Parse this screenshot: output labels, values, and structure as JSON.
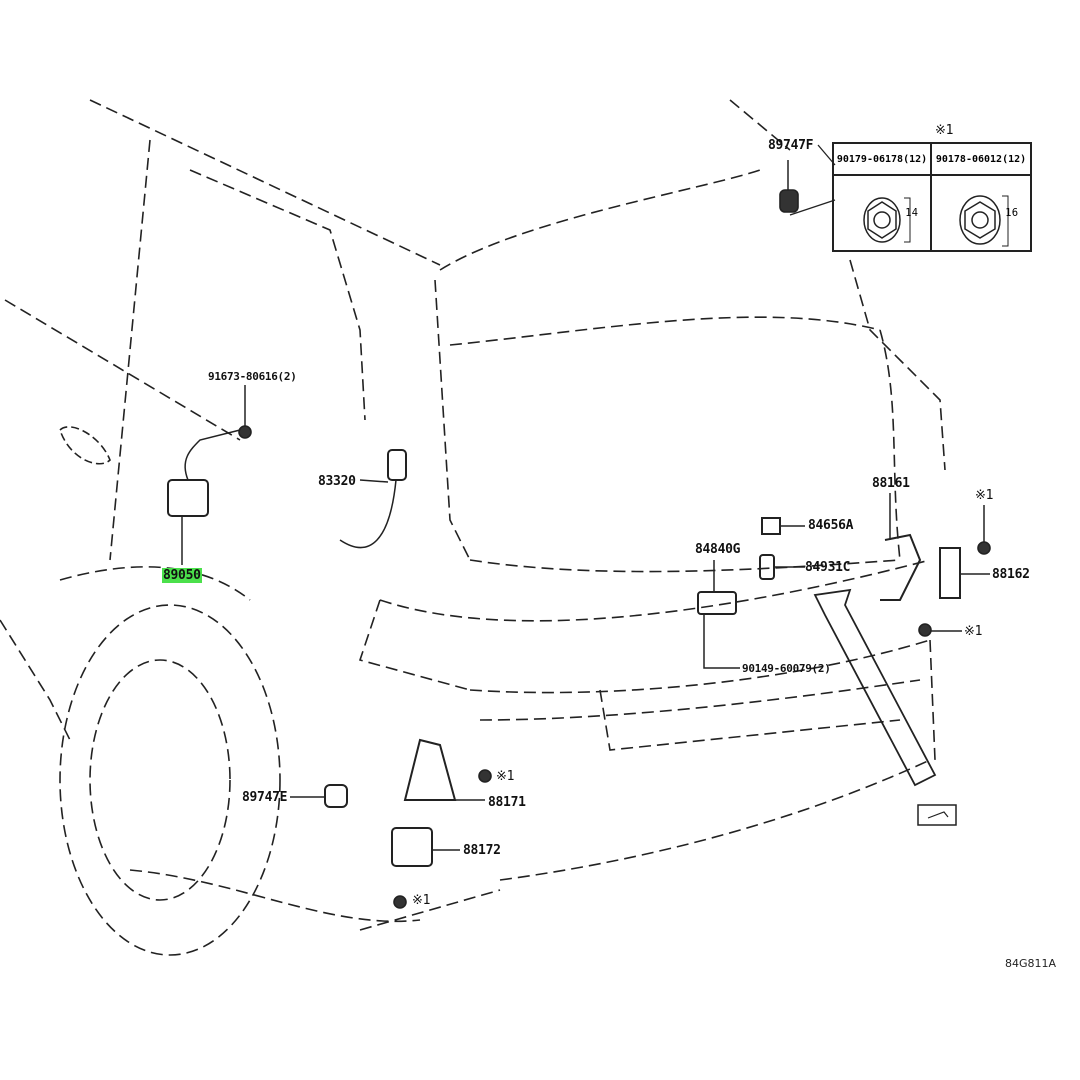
{
  "diagram_code": "84G811A",
  "table": {
    "marker": "※1",
    "columns": [
      {
        "part": "90179-06178(12)",
        "size": "14"
      },
      {
        "part": "90178-06012(12)",
        "size": "16"
      }
    ]
  },
  "callouts": {
    "p89747F": "89747F",
    "p91673": "91673-80616(2)",
    "p83320": "83320",
    "p89050": "89050",
    "p84656A": "84656A",
    "p84840G": "84840G",
    "p84931C": "84931C",
    "p88161": "88161",
    "p88162": "88162",
    "p90149": "90149-60079(2)",
    "p89747E": "89747E",
    "p88171": "88171",
    "p88172": "88172",
    "mark": "※1"
  },
  "highlight_color": "#4be04b"
}
